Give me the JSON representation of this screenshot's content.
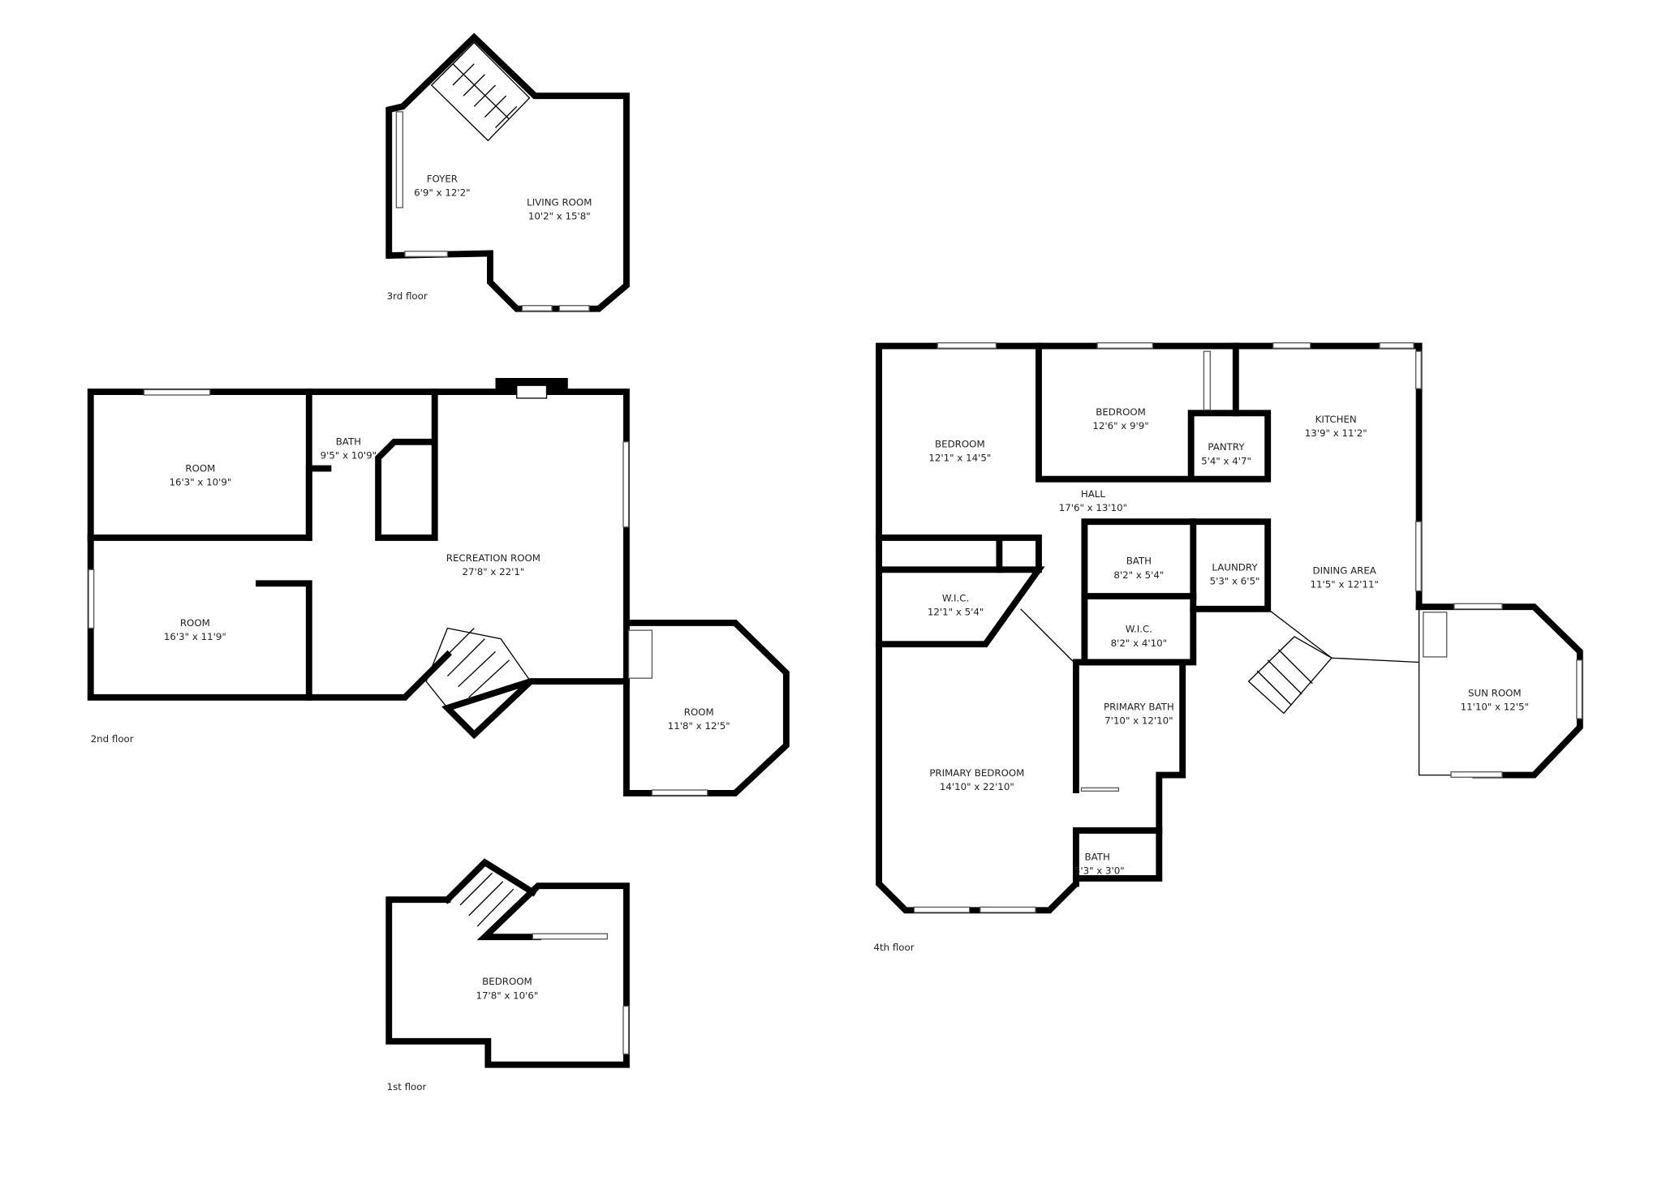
{
  "floors": {
    "third": {
      "label": "3rd floor",
      "rooms": [
        {
          "name": "FOYER",
          "dims": "6'9\" x 12'2\""
        },
        {
          "name": "LIVING ROOM",
          "dims": "10'2\" x 15'8\""
        }
      ]
    },
    "second": {
      "label": "2nd floor",
      "rooms": [
        {
          "name": "ROOM",
          "dims": "16'3\" x 10'9\""
        },
        {
          "name": "BATH",
          "dims": "9'5\" x 10'9\""
        },
        {
          "name": "RECREATION ROOM",
          "dims": "27'8\" x 22'1\""
        },
        {
          "name": "ROOM",
          "dims": "16'3\" x 11'9\""
        },
        {
          "name": "ROOM",
          "dims": "11'8\" x 12'5\""
        }
      ]
    },
    "first": {
      "label": "1st floor",
      "rooms": [
        {
          "name": "BEDROOM",
          "dims": "17'8\" x 10'6\""
        }
      ]
    },
    "fourth": {
      "label": "4th floor",
      "rooms": [
        {
          "name": "BEDROOM",
          "dims": "12'1\" x 14'5\""
        },
        {
          "name": "BEDROOM",
          "dims": "12'6\" x 9'9\""
        },
        {
          "name": "PANTRY",
          "dims": "5'4\" x 4'7\""
        },
        {
          "name": "KITCHEN",
          "dims": "13'9\" x 11'2\""
        },
        {
          "name": "HALL",
          "dims": "17'6\" x 13'10\""
        },
        {
          "name": "BATH",
          "dims": "8'2\" x 5'4\""
        },
        {
          "name": "LAUNDRY",
          "dims": "5'3\" x 6'5\""
        },
        {
          "name": "DINING AREA",
          "dims": "11'5\" x 12'11\""
        },
        {
          "name": "W.I.C.",
          "dims": "12'1\" x 5'4\""
        },
        {
          "name": "W.I.C.",
          "dims": "8'2\" x 4'10\""
        },
        {
          "name": "PRIMARY BATH",
          "dims": "7'10\" x 12'10\""
        },
        {
          "name": "SUN ROOM",
          "dims": "11'10\" x 12'5\""
        },
        {
          "name": "PRIMARY BEDROOM",
          "dims": "14'10\" x 22'10\""
        },
        {
          "name": "BATH",
          "dims": "5'3\" x 3'0\""
        }
      ]
    }
  }
}
